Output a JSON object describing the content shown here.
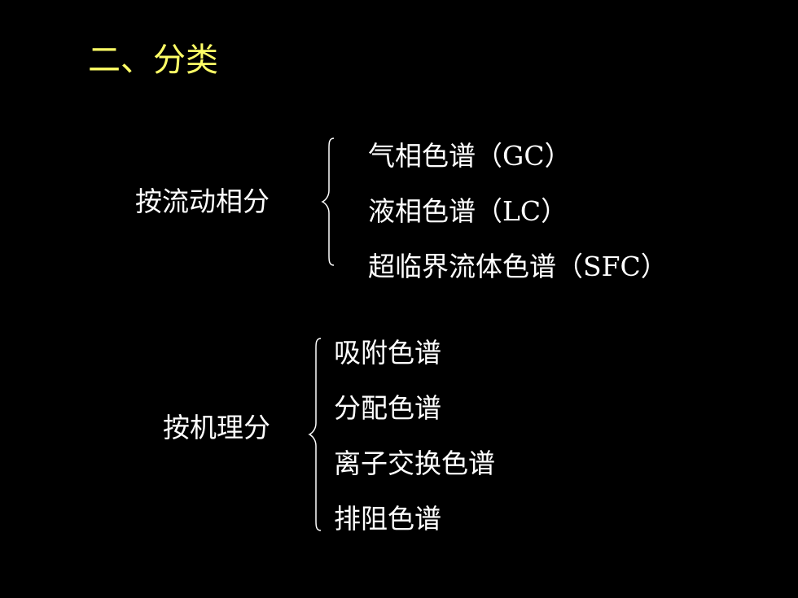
{
  "slide": {
    "title": "二、分类",
    "colors": {
      "background": "#000000",
      "title": "#ffff66",
      "text": "#ffffff"
    },
    "groups": [
      {
        "label": "按流动相分",
        "items": [
          "气相色谱（GC）",
          "液相色谱（LC）",
          "超临界流体色谱（SFC）"
        ]
      },
      {
        "label": "按机理分",
        "items": [
          "吸附色谱",
          "分配色谱",
          "离子交换色谱",
          "排阻色谱"
        ]
      }
    ]
  }
}
